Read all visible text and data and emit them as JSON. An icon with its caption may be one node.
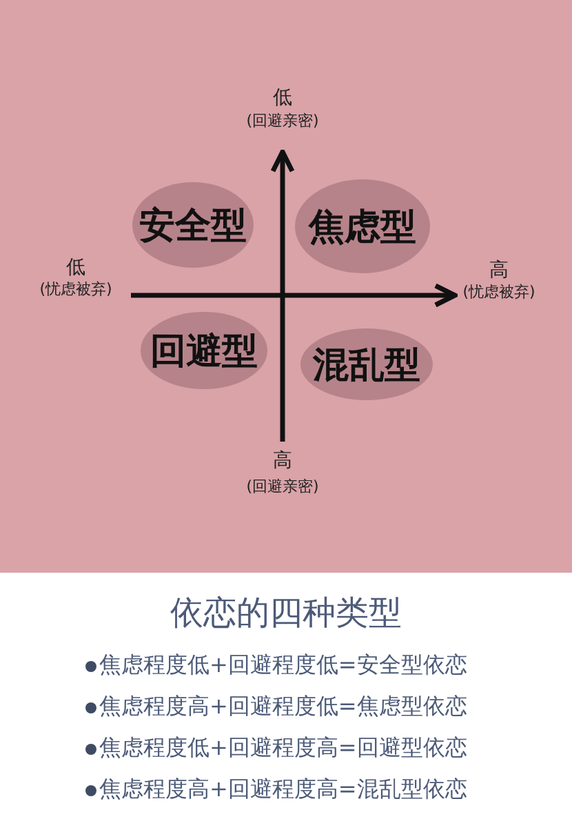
{
  "diagram": {
    "title": "依恋的四种类型",
    "nodes": [
      {
        "text": [
          "安全型"
        ]
      },
      {
        "text": [
          "焦虑型"
        ]
      },
      {
        "text": [
          "回避型"
        ]
      },
      {
        "text": [
          "混乱型"
        ]
      }
    ],
    "edges": [],
    "labels": [
      "低",
      "(回避亲密)",
      "低",
      "(忧虑被弃)",
      "高",
      "(忧虑被弃)",
      "高",
      "(回避亲密)",
      "焦虑程度低+回避程度低=安全型依恋",
      "焦虑程度高+回避程度低=焦虑型依恋",
      "焦虑程度低+回避程度高=回避型依恋",
      "焦虑程度高+回避程度高=混乱型依恋"
    ]
  }
}
